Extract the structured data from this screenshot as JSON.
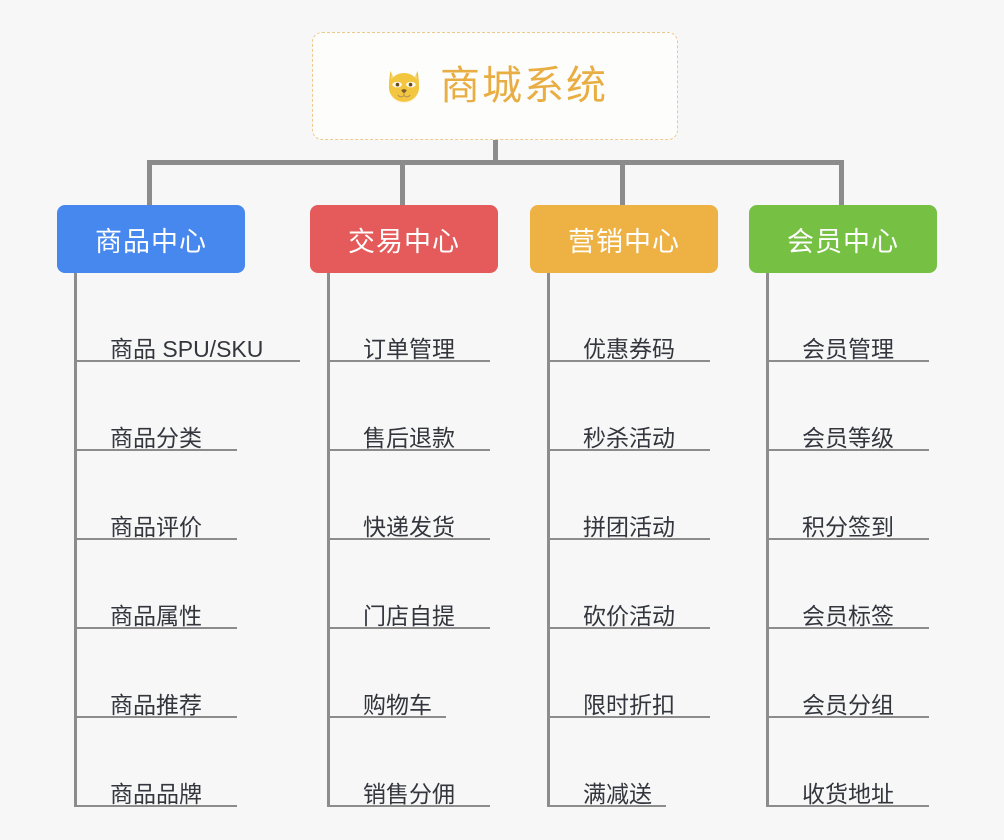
{
  "canvas": {
    "background": "#f7f7f7",
    "connector_color": "#8c8c8c"
  },
  "root": {
    "title": "商城系统",
    "icon": "shiba-dog-face-icon",
    "text_color": "#e8ae44",
    "border_color": "#eec98d",
    "background": "#fdfdfb"
  },
  "branches": [
    {
      "title": "商品中心",
      "color": "#4788ef",
      "items": [
        {
          "label": "商品 SPU/SKU",
          "rule": "wide"
        },
        {
          "label": "商品分类",
          "rule": "normal"
        },
        {
          "label": "商品评价",
          "rule": "normal"
        },
        {
          "label": "商品属性",
          "rule": "normal"
        },
        {
          "label": "商品推荐",
          "rule": "normal"
        },
        {
          "label": "商品品牌",
          "rule": "normal"
        }
      ]
    },
    {
      "title": "交易中心",
      "color": "#e55b5b",
      "items": [
        {
          "label": "订单管理",
          "rule": "normal"
        },
        {
          "label": "售后退款",
          "rule": "normal"
        },
        {
          "label": "快递发货",
          "rule": "normal"
        },
        {
          "label": "门店自提",
          "rule": "normal"
        },
        {
          "label": "购物车",
          "rule": "short"
        },
        {
          "label": "销售分佣",
          "rule": "normal"
        }
      ]
    },
    {
      "title": "营销中心",
      "color": "#eeb143",
      "items": [
        {
          "label": "优惠券码",
          "rule": "normal"
        },
        {
          "label": "秒杀活动",
          "rule": "normal"
        },
        {
          "label": "拼团活动",
          "rule": "normal"
        },
        {
          "label": "砍价活动",
          "rule": "normal"
        },
        {
          "label": "限时折扣",
          "rule": "normal"
        },
        {
          "label": "满减送",
          "rule": "short"
        }
      ]
    },
    {
      "title": "会员中心",
      "color": "#76c043",
      "items": [
        {
          "label": "会员管理",
          "rule": "normal"
        },
        {
          "label": "会员等级",
          "rule": "normal"
        },
        {
          "label": "积分签到",
          "rule": "normal"
        },
        {
          "label": "会员标签",
          "rule": "normal"
        },
        {
          "label": "会员分组",
          "rule": "normal"
        },
        {
          "label": "收货地址",
          "rule": "normal"
        }
      ]
    }
  ]
}
